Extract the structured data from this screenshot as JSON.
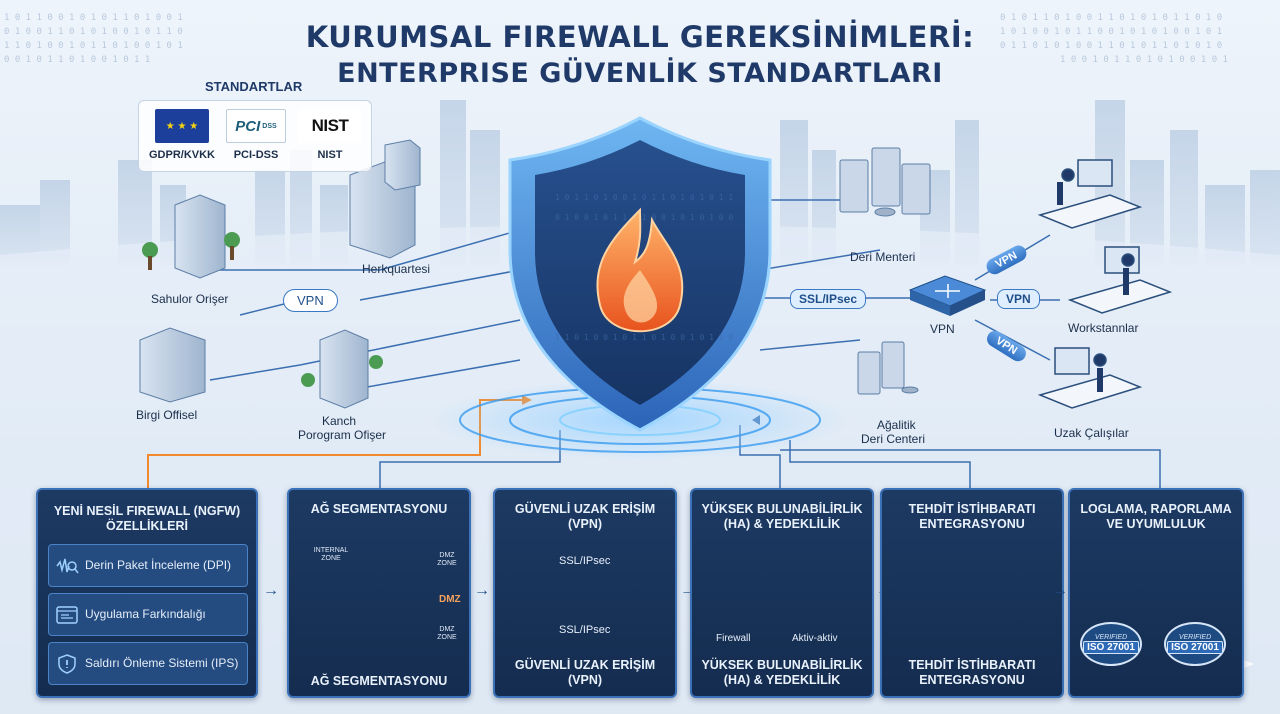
{
  "title": {
    "line1": "KURUMSAL FIREWALL GEREKSİNİMLERİ:",
    "line2": "ENTERPRISE GÜVENLİK STANDARTLARI"
  },
  "standards": {
    "label": "STANDARTLAR",
    "items": [
      {
        "name": "GDPR/KVKK",
        "logo": "eu-flag-logo"
      },
      {
        "name": "PCI-DSS",
        "logo": "pci-dss-logo",
        "logo_text": "PCI",
        "logo_sub": "DSS"
      },
      {
        "name": "NIST",
        "logo": "nist-logo",
        "logo_text": "NIST"
      }
    ]
  },
  "network": {
    "left_nodes": {
      "headquarters": "Herkquartesi",
      "branch_office": "Sahulor Orişer",
      "birgi_office": "Birgi Offisel",
      "kanch_office_1": "Kanch",
      "kanch_office_2": "Porogram Ofişer"
    },
    "left_vpn": "VPN",
    "right_nodes": {
      "data_center": "Deri Menteri",
      "network_data_center_1": "Ağalitik",
      "network_data_center_2": "Deri Centeri",
      "workstations": "Workstannlar",
      "remote_workers": "Uzak Çalışılar"
    },
    "ssl_pill": "SSL/IPsec",
    "vpn_pill": "VPN",
    "vpn_hub_label": "VPN",
    "vpn_tube_1": "VPN",
    "vpn_tube_2": "VPN"
  },
  "panels": {
    "ngfw": {
      "title": "YENİ NESİL FIREWALL (NGFW) ÖZELLİKLERİ",
      "features": [
        {
          "label": "Derin Paket İnceleme (DPI)",
          "icon": "waveform-search-icon"
        },
        {
          "label": "Uygulama Farkındalığı",
          "icon": "app-window-icon"
        },
        {
          "label": "Saldırı Önleme Sistemi (IPS)",
          "icon": "shield-alert-icon"
        }
      ]
    },
    "segmentation": {
      "title": "AĞ SEGMENTASYONU",
      "footer": "AĞ SEGMENTASYONU",
      "internal_zone": "INTERNAL ZONE",
      "dmz_zone_1": "DMZ ZONE",
      "dmz_label": "DMZ",
      "dmz_zone_2": "DMZ ZONE"
    },
    "vpn": {
      "title": "GÜVENLİ UZAK ERİŞİM (VPN)",
      "footer": "GÜVENLİ UZAK ERİŞİM (VPN)",
      "tunnel_top": "SSL/IPsec",
      "tunnel_bottom": "SSL/IPsec"
    },
    "ha": {
      "title": "YÜKSEK BULUNABİLİRLİK (HA) & YEDEKLİLİK",
      "footer": "YÜKSEK BULUNABİLİRLİK (HA) & YEDEKLİLİK",
      "left_label": "Firewall",
      "right_label": "Aktiv-aktiv"
    },
    "threat": {
      "title": "TEHDİT İSTİHBARATI ENTEGRASYONU",
      "footer": "TEHDİT İSTİHBARATI ENTEGRASYONU"
    },
    "logging": {
      "title": "LOGLAMA, RAPORLAMA VE UYUMLULUK",
      "badge_top": "VERIFIED",
      "badge_1": "ISO 27001",
      "badge_2": "ISO 27001"
    }
  },
  "colors": {
    "navy": "#1f3a68",
    "panel_bg": "#1d3a63",
    "panel_border": "#3a71b8",
    "accent_orange": "#f08a2c",
    "accent_blue": "#3b78c4",
    "shield_blue": "#2c6fd1"
  }
}
